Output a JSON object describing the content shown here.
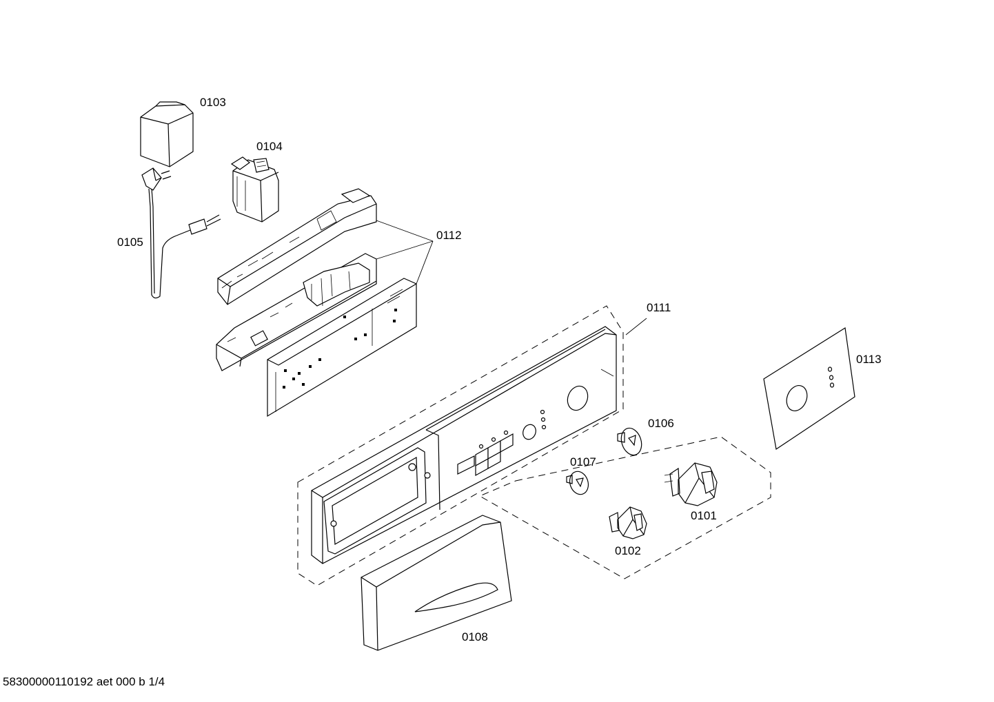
{
  "labels": {
    "p0101": "0101",
    "p0102": "0102",
    "p0103": "0103",
    "p0104": "0104",
    "p0105": "0105",
    "p0106": "0106",
    "p0107": "0107",
    "p0108": "0108",
    "p0111": "0111",
    "p0112": "0112",
    "p0113": "0113"
  },
  "footer": "58300000110192 aet 000 b 1/4"
}
